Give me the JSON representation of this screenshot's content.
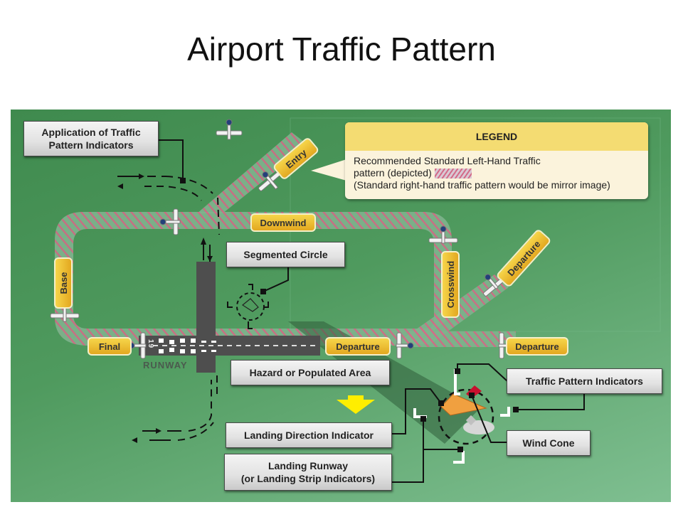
{
  "title": "Airport Traffic Pattern",
  "legend": {
    "heading": "LEGEND",
    "line1": "Recommended Standard Left-Hand Traffic",
    "line2": "pattern (depicted)",
    "line3": "(Standard right-hand traffic pattern would be mirror image)"
  },
  "legs": {
    "entry": "Entry",
    "downwind": "Downwind",
    "base": "Base",
    "final": "Final",
    "crosswind": "Crosswind",
    "departure_runway": "Departure",
    "departure_diagonal": "Departure",
    "departure_straight": "Departure"
  },
  "callouts": {
    "application": [
      "Application of Traffic",
      "Pattern Indicators"
    ],
    "segmented_circle": "Segmented Circle",
    "hazard": "Hazard or Populated Area",
    "landing_direction": "Landing Direction Indicator",
    "landing_runway": [
      "Landing Runway",
      "(or Landing Strip Indicators)"
    ],
    "traffic_pattern_indicators": "Traffic Pattern Indicators",
    "wind_cone": "Wind Cone"
  },
  "runway": {
    "label": "RUNWAY",
    "number": "19"
  },
  "colors": {
    "grass": "#4f9a5e",
    "hatch_red": "#d46b88",
    "tag_yellow": "#f0c63a",
    "runway_gray": "#4e4e4e",
    "arrow_yellow": "#ffee00"
  }
}
